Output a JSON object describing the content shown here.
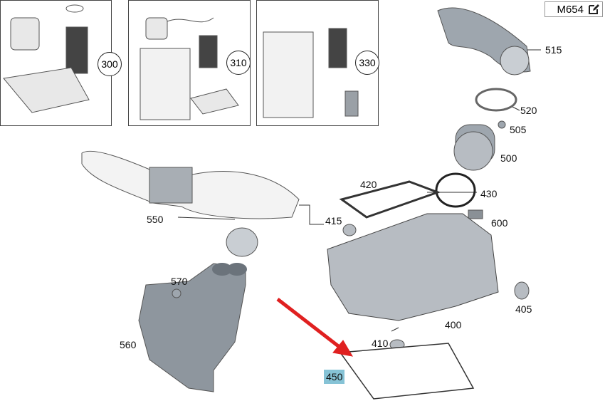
{
  "engine_badge": {
    "label": "M654",
    "icon": "edit-icon"
  },
  "kits": [
    {
      "number": "300"
    },
    {
      "number": "310"
    },
    {
      "number": "330"
    }
  ],
  "parts": {
    "p515": "515",
    "p520": "520",
    "p505": "505",
    "p500": "500",
    "p430": "430",
    "p420": "420",
    "p415": "415",
    "p600": "600",
    "p550": "550",
    "p570": "570",
    "p560": "560",
    "p400": "400",
    "p405": "405",
    "p410": "410",
    "p450": "450"
  },
  "colors": {
    "highlight": "#86c3d6",
    "arrow": "#e02020",
    "part": "#b7bcc2"
  }
}
